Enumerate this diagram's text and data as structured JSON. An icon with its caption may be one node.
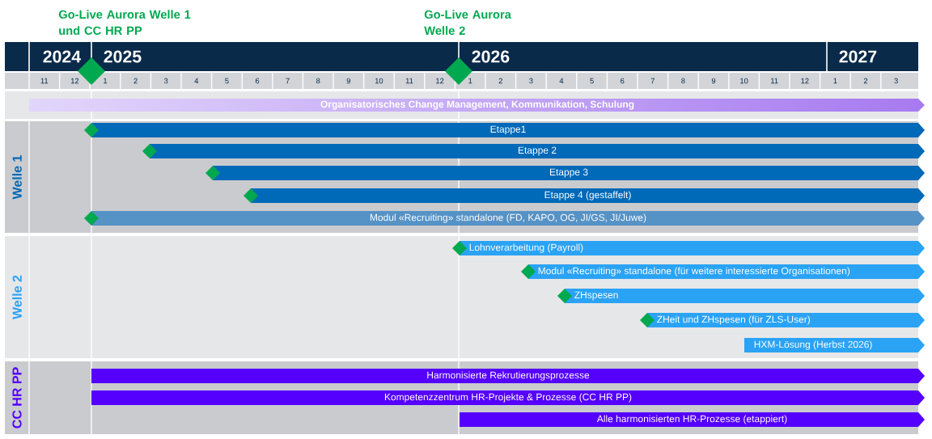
{
  "diagram": {
    "nodes": [
      {
        "text": [
          "Go-Live Aurora Welle 1 und CC HR PP"
        ]
      },
      {
        "text": [
          "Go-Live Aurora Welle 2"
        ]
      },
      {
        "text": [
          "Organisatorisches Change Management, Kommunikation, Schulung"
        ]
      },
      {
        "text": [
          "Welle 1"
        ]
      },
      {
        "text": [
          "Etappe1"
        ],
        "in": 3
      },
      {
        "text": [
          "Etappe 2"
        ],
        "in": 3
      },
      {
        "text": [
          "Etappe 3"
        ],
        "in": 3
      },
      {
        "text": [
          "Etappe 4 (gestaffelt)"
        ],
        "in": 3
      },
      {
        "text": [
          "Modul «Recruiting» standalone (FD, KAPO, OG, JI/GS, JI/Juwe)"
        ],
        "in": 3
      },
      {
        "text": [
          "Welle 2"
        ]
      },
      {
        "text": [
          "Lohnverarbeitung (Payroll)"
        ],
        "in": 9
      },
      {
        "text": [
          "Modul «Recruiting» standalone (für weitere interessierte Organisationen)"
        ],
        "in": 9
      },
      {
        "text": [
          "ZHspesen"
        ],
        "in": 9
      },
      {
        "text": [
          "ZHeit und ZHspesen (für ZLS-User)"
        ],
        "in": 9
      },
      {
        "text": [
          "HXM-Lösung (Herbst 2026)"
        ],
        "in": 9
      },
      {
        "text": [
          "CC HR PP"
        ]
      },
      {
        "text": [
          "Harmonisierte Rekrutierungsprozesse"
        ],
        "in": 15
      },
      {
        "text": [
          "Kompetenzzentrum HR-Projekte & Prozesse (CC HR PP)"
        ],
        "in": 15
      },
      {
        "text": [
          "Alle harmonisierten HR-Prozesse (etappiert)"
        ],
        "in": 15
      }
    ],
    "edges": [],
    "labels": [
      "2024",
      "2025",
      "2026",
      "2027",
      "11",
      "12",
      "1",
      "2",
      "3",
      "4",
      "5",
      "6",
      "7",
      "8",
      "9",
      "10",
      "11",
      "12",
      "1",
      "2",
      "3",
      "4",
      "5",
      "6",
      "7",
      "8",
      "9",
      "10",
      "11",
      "12",
      "1",
      "2",
      "3"
    ]
  }
}
